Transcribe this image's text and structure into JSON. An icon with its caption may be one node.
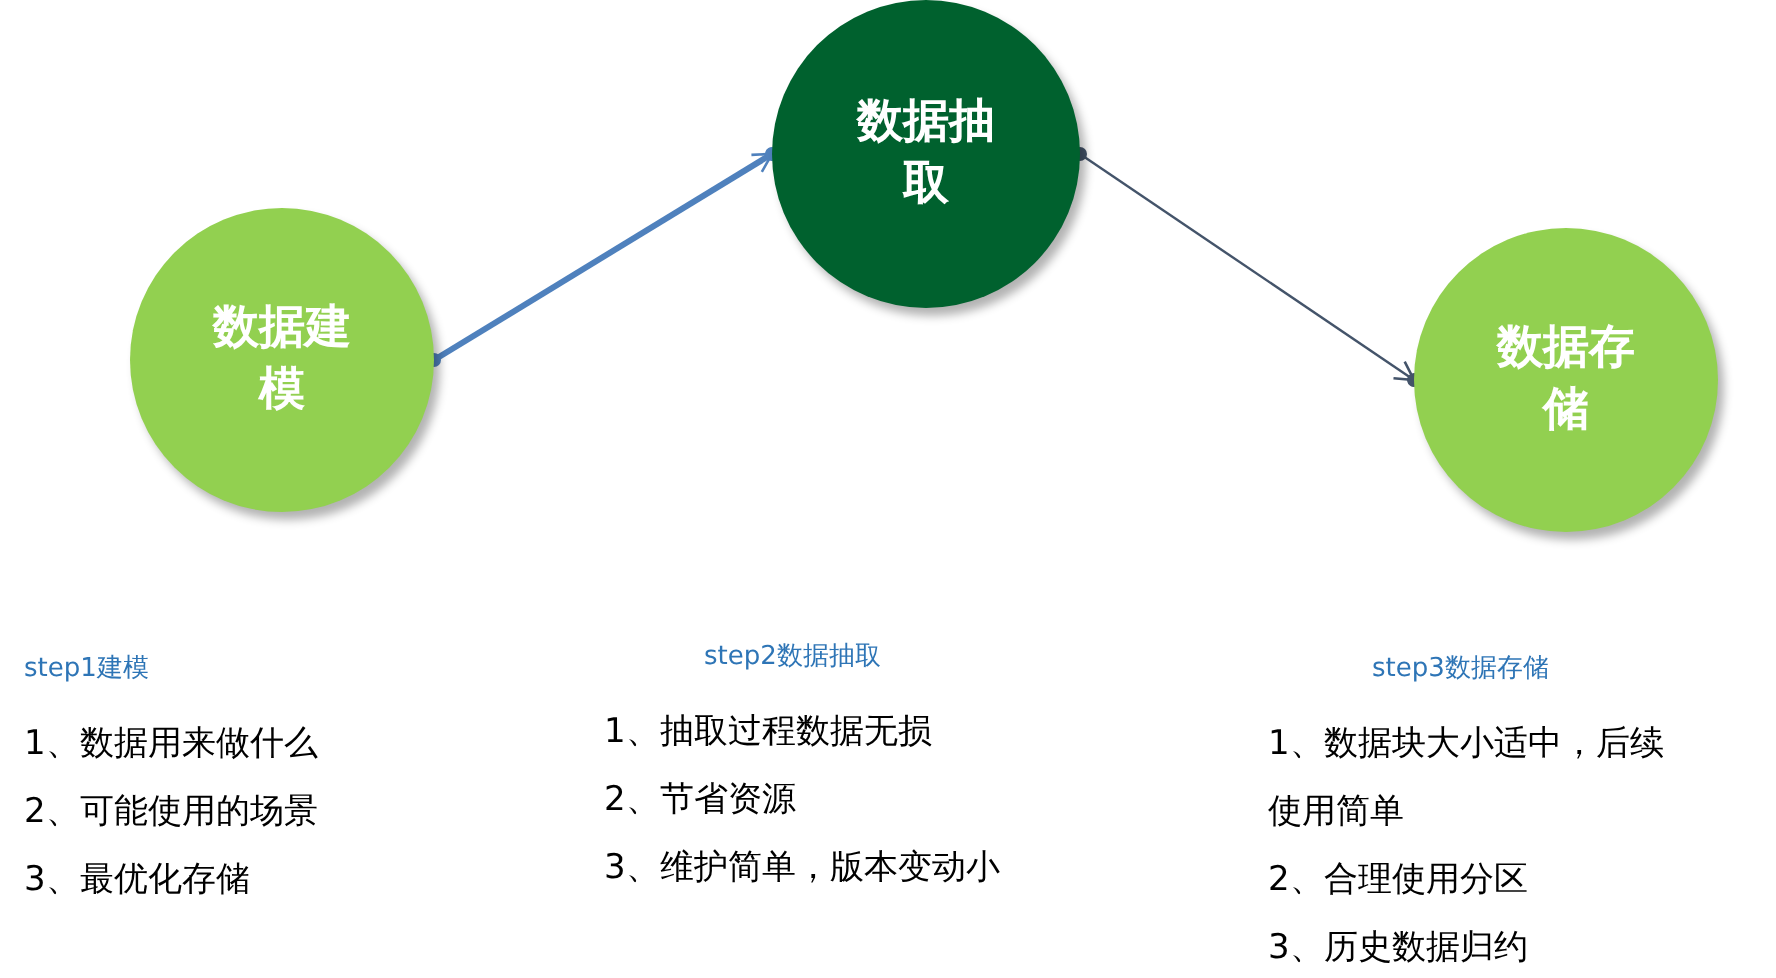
{
  "diagram": {
    "nodes": [
      {
        "text": [
          "数据建模"
        ]
      },
      {
        "text": [
          "数据抽取"
        ]
      },
      {
        "text": [
          "数据存储"
        ]
      }
    ],
    "edges": [
      {
        "from": 0,
        "to": 1,
        "arrow": "to",
        "style": "thick",
        "color": "#4f81bd"
      },
      {
        "from": 1,
        "to": 2,
        "arrow": "to",
        "color": "#44546a"
      }
    ],
    "labels": [
      "step1建模",
      "1、数据用来做什么",
      "2、可能使用的场景",
      "3、最优化存储",
      "step2数据抽取",
      "1、抽取过程数据无损",
      "2、节省资源",
      "3、维护简单，版本变动小",
      "step3数据存储",
      "1、数据块大小适中，后续使用简单",
      "2、合理使用分区",
      "3、历史数据归约"
    ]
  }
}
